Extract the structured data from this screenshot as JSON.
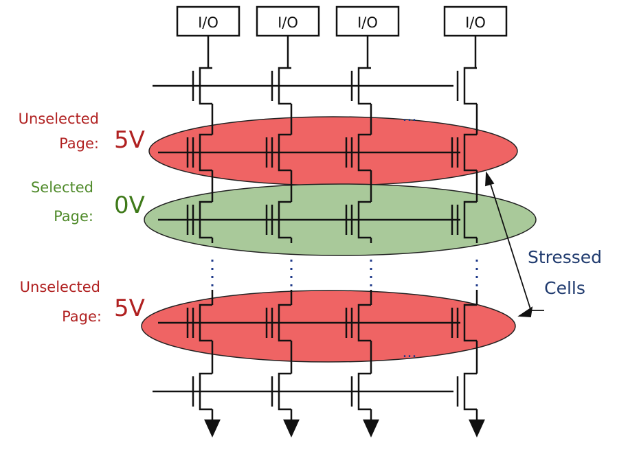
{
  "io_labels": [
    "I/O",
    "I/O",
    "I/O",
    "I/O"
  ],
  "pages": [
    {
      "label_line1": "Unselected",
      "label_line2": "Page:",
      "voltage": "5V",
      "color": "#ef6464",
      "label_color": "#b02020",
      "voltage_color": "#b02020"
    },
    {
      "label_line1": "Selected",
      "label_line2": "Page:",
      "voltage": "0V",
      "color": "#a9c99a",
      "label_color": "#4f8a2a",
      "voltage_color": "#3f7a1a"
    },
    {
      "label_line1": "Unselected",
      "label_line2": "Page:",
      "voltage": "5V",
      "color": "#ef6464",
      "label_color": "#b02020",
      "voltage_color": "#b02020"
    }
  ],
  "stressed_label": {
    "line1": "Stressed",
    "line2": "Cells",
    "color": "#1f3a6e"
  },
  "ellipsis_top": "...",
  "ellipsis_bottom": "..."
}
